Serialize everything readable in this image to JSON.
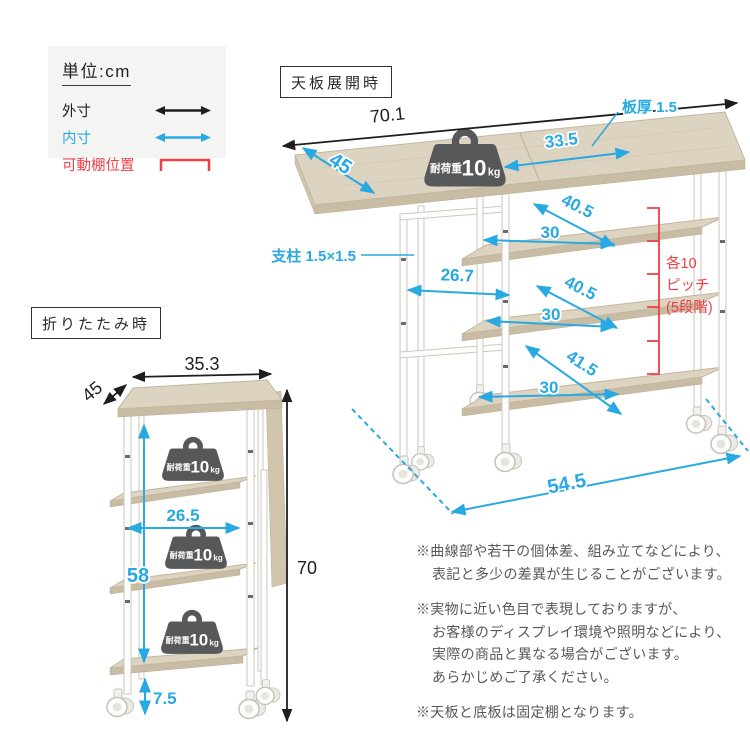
{
  "legend": {
    "unit_label": "単位:cm",
    "outer_label": "外寸",
    "inner_label": "内寸",
    "movable_shelf_label": "可動棚位置"
  },
  "expanded": {
    "title": "天板展開時",
    "dims": {
      "top_width": "70.1",
      "top_depth": "45",
      "top_right_width": "33.5",
      "board_thickness": "板厚 1.5",
      "pillar": "支柱 1.5×1.5",
      "shelf1_depth": "40.5",
      "shelf1_width": "30",
      "inner_width": "26.7",
      "shelf2_depth": "40.5",
      "shelf2_width": "30",
      "shelf3_depth": "41.5",
      "shelf3_width": "30",
      "base_width": "54.5",
      "pitch_line1": "各10",
      "pitch_line2": "ピッチ",
      "pitch_line3": "(5段階)"
    }
  },
  "folded": {
    "title": "折りたたみ時",
    "dims": {
      "top_width": "35.3",
      "top_depth": "45",
      "height": "70",
      "inner_width": "26.5",
      "inner_height": "58",
      "caster_height": "7.5"
    }
  },
  "weight": {
    "label": "耐荷重",
    "value": "10",
    "unit": "kg"
  },
  "notes": [
    {
      "lines": [
        "※曲線部や若干の個体差、組み立てなどにより、",
        "表記と多少の差異が生じることがございます。"
      ]
    },
    {
      "lines": [
        "※実物に近い色目で表現しておりますが、",
        "お客様のディスプレイ環境や照明などにより、",
        "実際の商品と異なる場合がございます。",
        "あらかじめご了承ください。"
      ]
    },
    {
      "lines": [
        "※天板と底板は固定棚となります。"
      ]
    }
  ],
  "colors": {
    "accent_blue": "#29a9e1",
    "accent_red": "#ef3f46",
    "wood": "#ddd3c1",
    "frame": "#fdfdfc",
    "text_dark": "#1e1e1e",
    "note_gray": "#595757"
  }
}
